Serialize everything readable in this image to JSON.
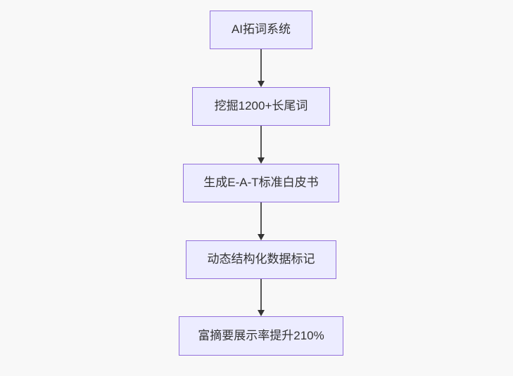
{
  "diagram": {
    "type": "flowchart",
    "direction": "top-down",
    "nodes": [
      {
        "id": "A",
        "label": "AI拓词系统"
      },
      {
        "id": "B",
        "label": "挖掘1200+长尾词"
      },
      {
        "id": "C",
        "label": "生成E-A-T标准白皮书"
      },
      {
        "id": "D",
        "label": "动态结构化数据标记"
      },
      {
        "id": "E",
        "label": "富摘要展示率提升210%"
      }
    ],
    "edges": [
      {
        "from": "A",
        "to": "B",
        "style": "arrow"
      },
      {
        "from": "B",
        "to": "C",
        "style": "arrow"
      },
      {
        "from": "C",
        "to": "D",
        "style": "arrow"
      },
      {
        "from": "D",
        "to": "E",
        "style": "arrow"
      }
    ],
    "colors": {
      "background": "#f8f8f8",
      "node_fill": "#ECECFF",
      "node_border": "#9370DB",
      "node_text": "#333333",
      "edge_line": "#555555",
      "edge_arrowhead": "#333333"
    }
  }
}
